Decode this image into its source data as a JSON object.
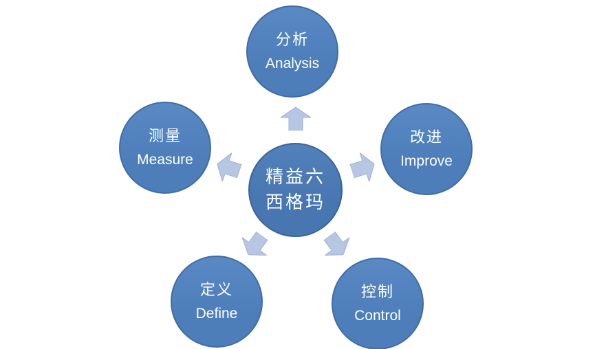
{
  "diagram": {
    "type": "radial-cycle",
    "center": {
      "full_text": "精益六西格玛",
      "line1": "精益六",
      "line2": "西格玛"
    },
    "nodes": [
      {
        "id": "analysis",
        "zh": "分析",
        "en": "Analysis",
        "position": "top"
      },
      {
        "id": "measure",
        "zh": "测量",
        "en": "Measure",
        "position": "upper-left"
      },
      {
        "id": "improve",
        "zh": "改进",
        "en": "Improve",
        "position": "upper-right"
      },
      {
        "id": "define",
        "zh": "定义",
        "en": "Define",
        "position": "lower-left"
      },
      {
        "id": "control",
        "zh": "控制",
        "en": "Control",
        "position": "lower-right"
      }
    ],
    "arrows": [
      {
        "direction": "up"
      },
      {
        "direction": "upper-right"
      },
      {
        "direction": "lower-right"
      },
      {
        "direction": "lower-left"
      },
      {
        "direction": "upper-left"
      }
    ],
    "colors": {
      "node_fill": "#4d7eba",
      "node_fill_top": "#5a89c4",
      "node_border": "#3f6ca6",
      "center_fill": "#4876b1",
      "center_fill_top": "#5280ba",
      "center_border": "#3a639c",
      "arrow_fill": "#b7c6e2",
      "arrow_border": "#9db1d3",
      "text": "#ffffff",
      "background": "#ffffff"
    }
  }
}
